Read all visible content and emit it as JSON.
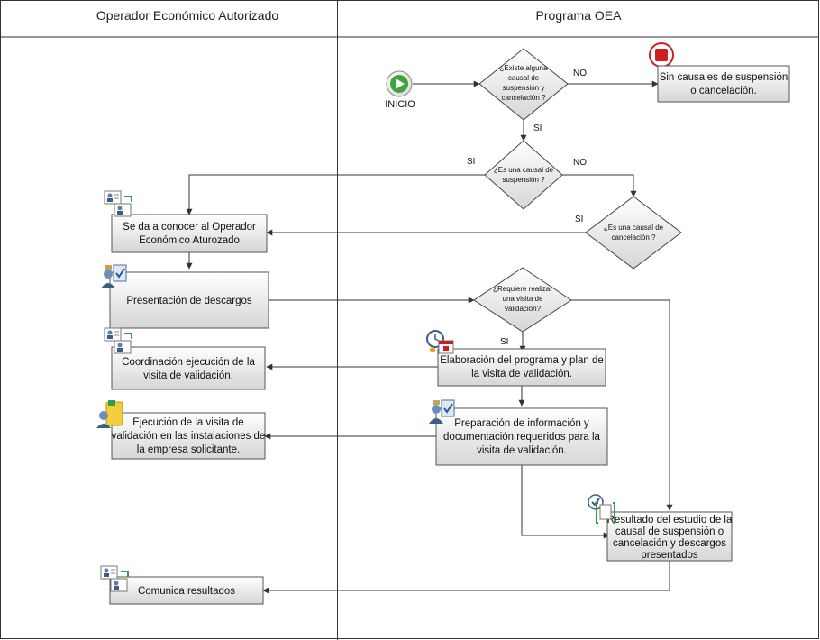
{
  "lanes": {
    "left": "Operador Económico Autorizado",
    "right": "Programa OEA"
  },
  "nodes": {
    "start": "INICIO",
    "d_exist": [
      "¿Existe alguna",
      "causal de",
      "suspensión y",
      "cancelación ?"
    ],
    "end_none": [
      "Sin causales de suspensión",
      "o cancelación."
    ],
    "d_susp": [
      "¿Es una causal de",
      "suspensión ?"
    ],
    "d_canc": [
      "¿Es una causal de",
      "cancelación ?"
    ],
    "notify": [
      "Se da a conocer al Operador",
      "Económico Aturozado"
    ],
    "descargos": [
      "Presentación de descargos"
    ],
    "d_visita": [
      "¿Requiere realizar",
      "una visita de",
      "validación?"
    ],
    "coord": [
      "Coordinación ejecución de la",
      "visita de validación."
    ],
    "elab": [
      "Elaboración del programa y plan de",
      "la visita de validación."
    ],
    "ejec": [
      "Ejecución de la visita de",
      "validación en las instalaciones de",
      "la empresa solicitante."
    ],
    "prep": [
      "Preparación de información y",
      "documentación requeridos para la",
      "visita de validación."
    ],
    "result": [
      "Resultado del estudio de la",
      "causal de suspensión o",
      "cancelación y descargos",
      "presentados"
    ],
    "comunica": [
      "Comunica resultados"
    ]
  },
  "edge_labels": {
    "no1": "NO",
    "si1": "SI",
    "si2": "SI",
    "no2": "NO",
    "si3": "SI",
    "si4": "SI"
  },
  "colors": {
    "box_top": "#ffffff",
    "box_bottom": "#d4d4d4",
    "start_green": "#3fa43f",
    "stop_red": "#cc1f1f"
  }
}
